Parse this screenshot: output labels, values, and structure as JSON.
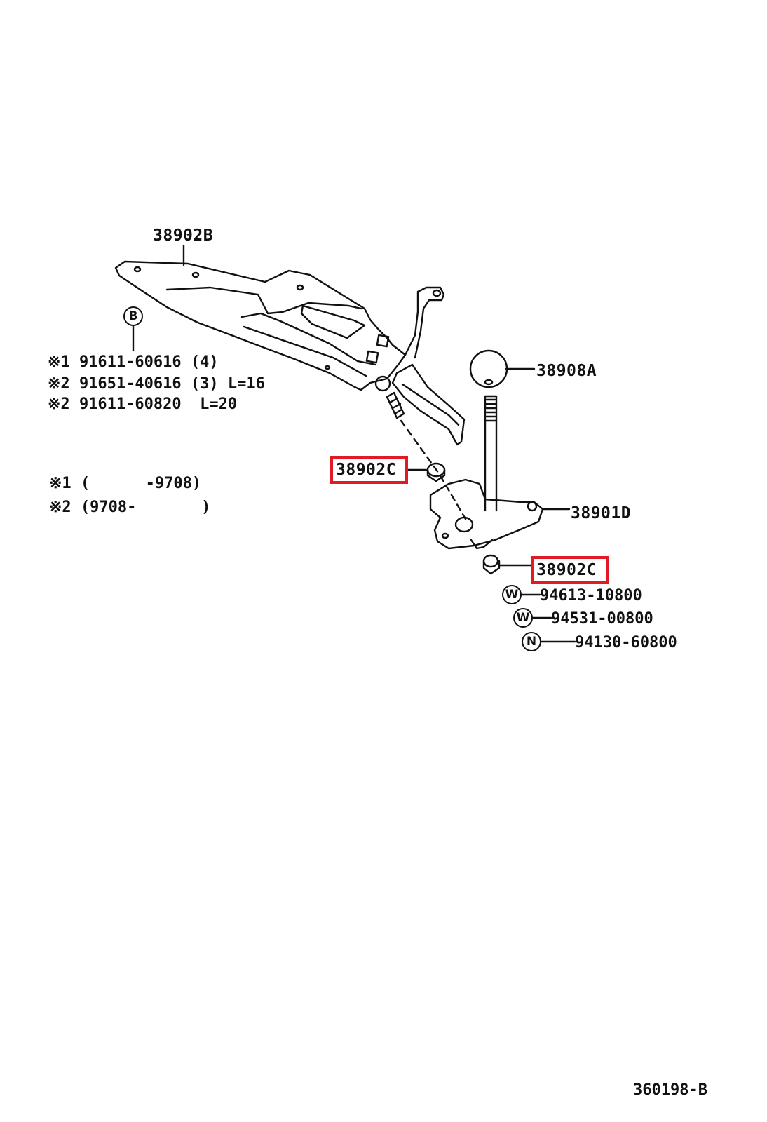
{
  "parts": {
    "bracket": "38902B",
    "knob": "38908A",
    "lever": "38901D",
    "bushing_upper": "38902C",
    "bushing_lower": "38902C"
  },
  "callout_b": {
    "symbol": "B",
    "bolts": [
      {
        "mark": "※1",
        "part": "91611-60616",
        "qty": "(4)",
        "spec": ""
      },
      {
        "mark": "※2",
        "part": "91651-40616",
        "qty": "(3)",
        "spec": "L=16"
      },
      {
        "mark": "※2",
        "part": "91611-60820",
        "qty": "",
        "spec": "L=20"
      }
    ]
  },
  "date_notes": [
    {
      "mark": "※1",
      "range": "(      -9708)"
    },
    {
      "mark": "※2",
      "range": "(9708-       )"
    }
  ],
  "hardware": [
    {
      "symbol": "W",
      "part": "94613-10800"
    },
    {
      "symbol": "W",
      "part": "94531-00800"
    },
    {
      "symbol": "N",
      "part": "94130-60800"
    }
  ],
  "diagram_id": "360198-B",
  "highlight_color": "#e01b24"
}
